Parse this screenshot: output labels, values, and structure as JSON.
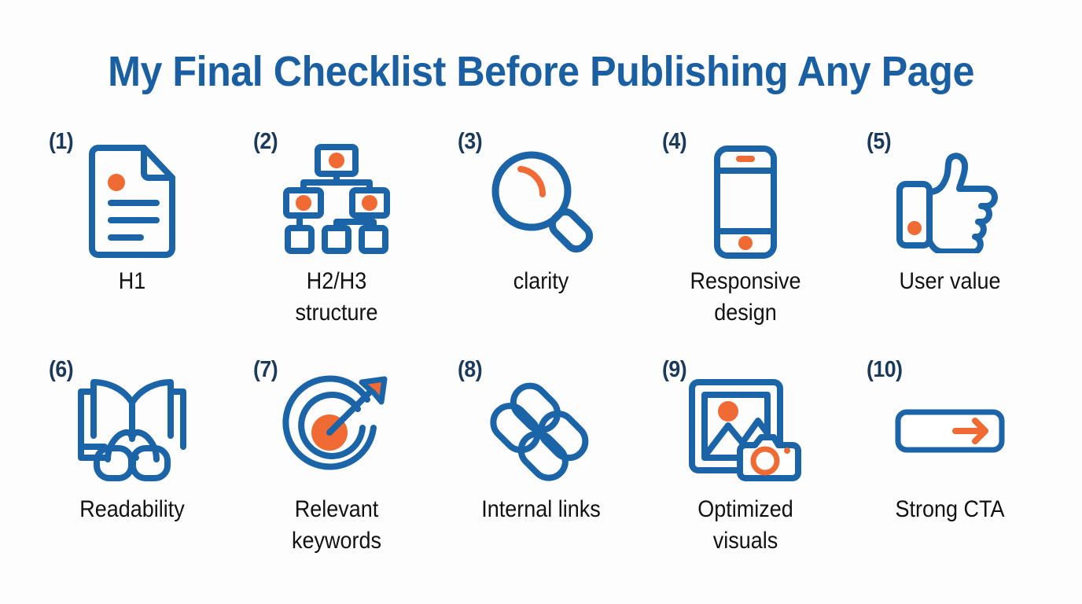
{
  "theme": {
    "blue": "#1b64a8",
    "orange": "#f06a33",
    "title_blue": "#1b5fa3",
    "number_navy": "#1a3a5c",
    "label_black": "#111111",
    "background": "#fdfdfd"
  },
  "header": {
    "title": "My Final Checklist Before Publishing Any Page"
  },
  "checklist": {
    "items": [
      {
        "number": "(1)",
        "label": "H1",
        "icon": "document-icon"
      },
      {
        "number": "(2)",
        "label": "H2/H3\nstructure",
        "icon": "sitemap-icon"
      },
      {
        "number": "(3)",
        "label": "clarity",
        "icon": "magnifier-icon"
      },
      {
        "number": "(4)",
        "label": "Responsive\ndesign",
        "icon": "smartphone-icon"
      },
      {
        "number": "(5)",
        "label": "User value",
        "icon": "thumbs-up-icon"
      },
      {
        "number": "(6)",
        "label": "Readability",
        "icon": "book-glasses-icon"
      },
      {
        "number": "(7)",
        "label": "Relevant\nkeywords",
        "icon": "target-arrow-icon"
      },
      {
        "number": "(8)",
        "label": "Internal links",
        "icon": "chain-link-icon"
      },
      {
        "number": "(9)",
        "label": "Optimized\nvisuals",
        "icon": "image-camera-icon"
      },
      {
        "number": "(10)",
        "label": "Strong CTA",
        "icon": "cta-button-arrow-icon"
      }
    ]
  }
}
